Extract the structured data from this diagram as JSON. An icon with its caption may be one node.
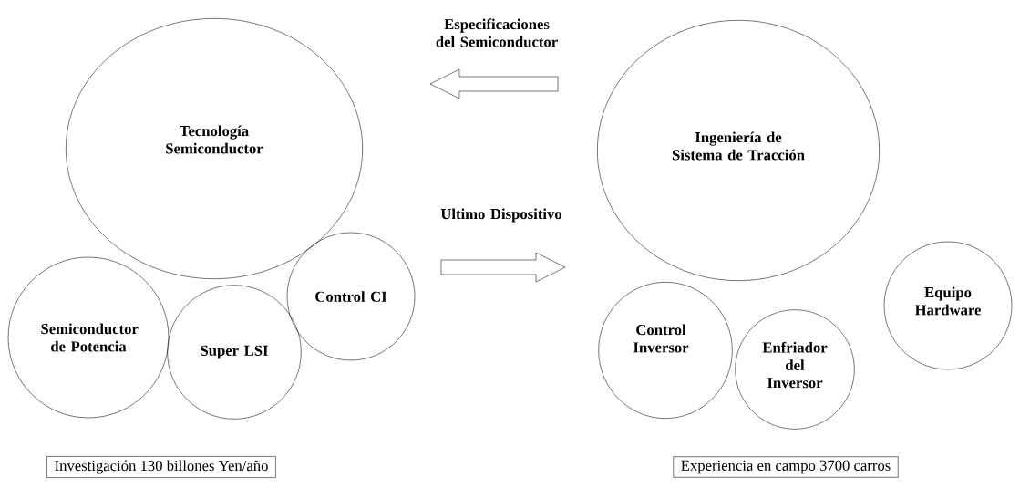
{
  "diagram": {
    "nodes": [
      {
        "text": [
          "Tecnología Semiconductor"
        ]
      },
      {
        "text": [
          "Semiconductor de Potencia"
        ]
      },
      {
        "text": [
          "Super LSI"
        ]
      },
      {
        "text": [
          "Control CI"
        ]
      },
      {
        "text": [
          "Ingeniería de Sistema de Tracción"
        ]
      },
      {
        "text": [
          "Control Inversor"
        ]
      },
      {
        "text": [
          "Enfriador del Inversor"
        ]
      },
      {
        "text": [
          "Equipo Hardware"
        ]
      },
      {
        "text": [
          "Investigación 130 billones Yen/año"
        ]
      },
      {
        "text": [
          "Experiencia en campo 3700 carros"
        ]
      }
    ],
    "edges": [
      {
        "from": 4,
        "to": 0,
        "arrow": "to",
        "label": "Especificaciones del Semiconductor"
      },
      {
        "from": 0,
        "to": 4,
        "arrow": "to",
        "label": "Ultimo Dispositivo"
      }
    ]
  }
}
